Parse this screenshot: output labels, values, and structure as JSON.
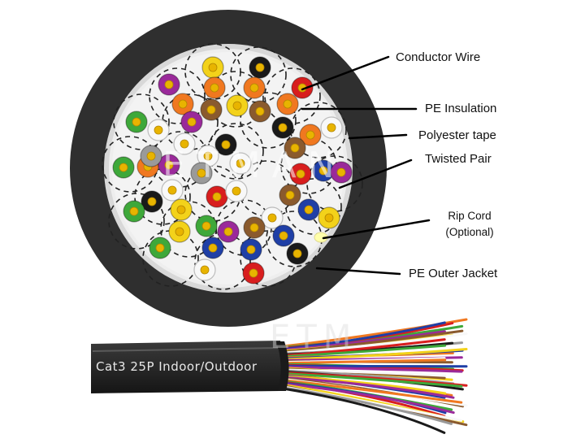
{
  "labels": {
    "conductor_wire": "Conductor Wire",
    "pe_insulation": "PE Insulation",
    "polyester_tape": "Polyester tape",
    "twisted_pair": "Twisted Pair",
    "rip_cord_line1": "Rip Cord",
    "rip_cord_line2": "(Optional)",
    "pe_outer_jacket": "PE Outer Jacket"
  },
  "watermark": "ETMAN",
  "watermark_cable": "ETM",
  "cable_print": "Cat3  25P  Indoor/Outdoor",
  "colors": {
    "jacket": "#2d2d2d",
    "tape": "#dcdcdc",
    "core_bg": "#f4f4f4",
    "leader": "#000000",
    "conductor": "#e8b400",
    "orange": "#f07820",
    "green": "#3ea83a",
    "brown": "#8a5a2e",
    "slate": "#9a9a9a",
    "blue": "#1f3fa6",
    "white": "#f8f8f8",
    "red": "#d81e1e",
    "black": "#1a1a1a",
    "yellow": "#f3d21a",
    "violet": "#9a2a9a"
  }
}
